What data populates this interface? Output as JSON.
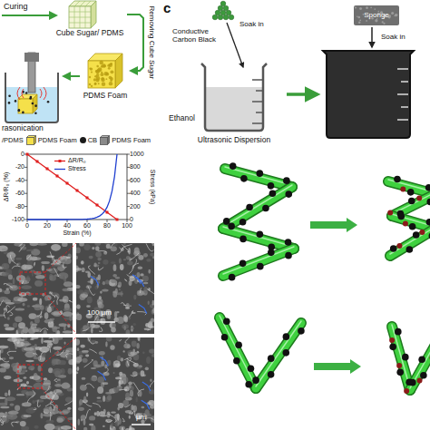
{
  "diagram": {
    "nodes": [
      {
        "text": [
          "Cube Sugar/ PDMS"
        ]
      },
      {
        "text": [
          "PDMS Foam"
        ]
      },
      {
        "text": [
          "rasonication"
        ]
      },
      {
        "text": [
          "Ethanol",
          "Ultrasonic Dispersion"
        ]
      },
      {
        "text": [
          "Sponge",
          "Soak in"
        ]
      }
    ],
    "edges": [
      {
        "from": 0,
        "to": 1,
        "label": "Removing Cube Sugar",
        "arrow": "to"
      },
      {
        "from": 1,
        "to": 2,
        "arrow": "to"
      },
      {
        "from": 3,
        "to": 4,
        "arrow": "to"
      }
    ],
    "labels": [
      "Curing",
      "c",
      "Conductive Carbon Black",
      "Soak in",
      "0",
      "-20",
      "-40",
      "-60",
      "-80",
      "-100",
      "0",
      "200",
      "400",
      "600",
      "800",
      "1000",
      "0",
      "20",
      "40",
      "60",
      "80",
      "100",
      "ΔR/R₀ (%)",
      "Stress (kPa)",
      "Strain (%)",
      "ΔR/R₀",
      "Stress",
      "100 μm",
      "μm"
    ],
    "legend": [
      {
        "text": "/PDMS"
      },
      {
        "text": "PDMS Foam"
      },
      {
        "text": "CB",
        "color": "#1a1a1a"
      },
      {
        "text": "PDMS Foam"
      }
    ]
  }
}
